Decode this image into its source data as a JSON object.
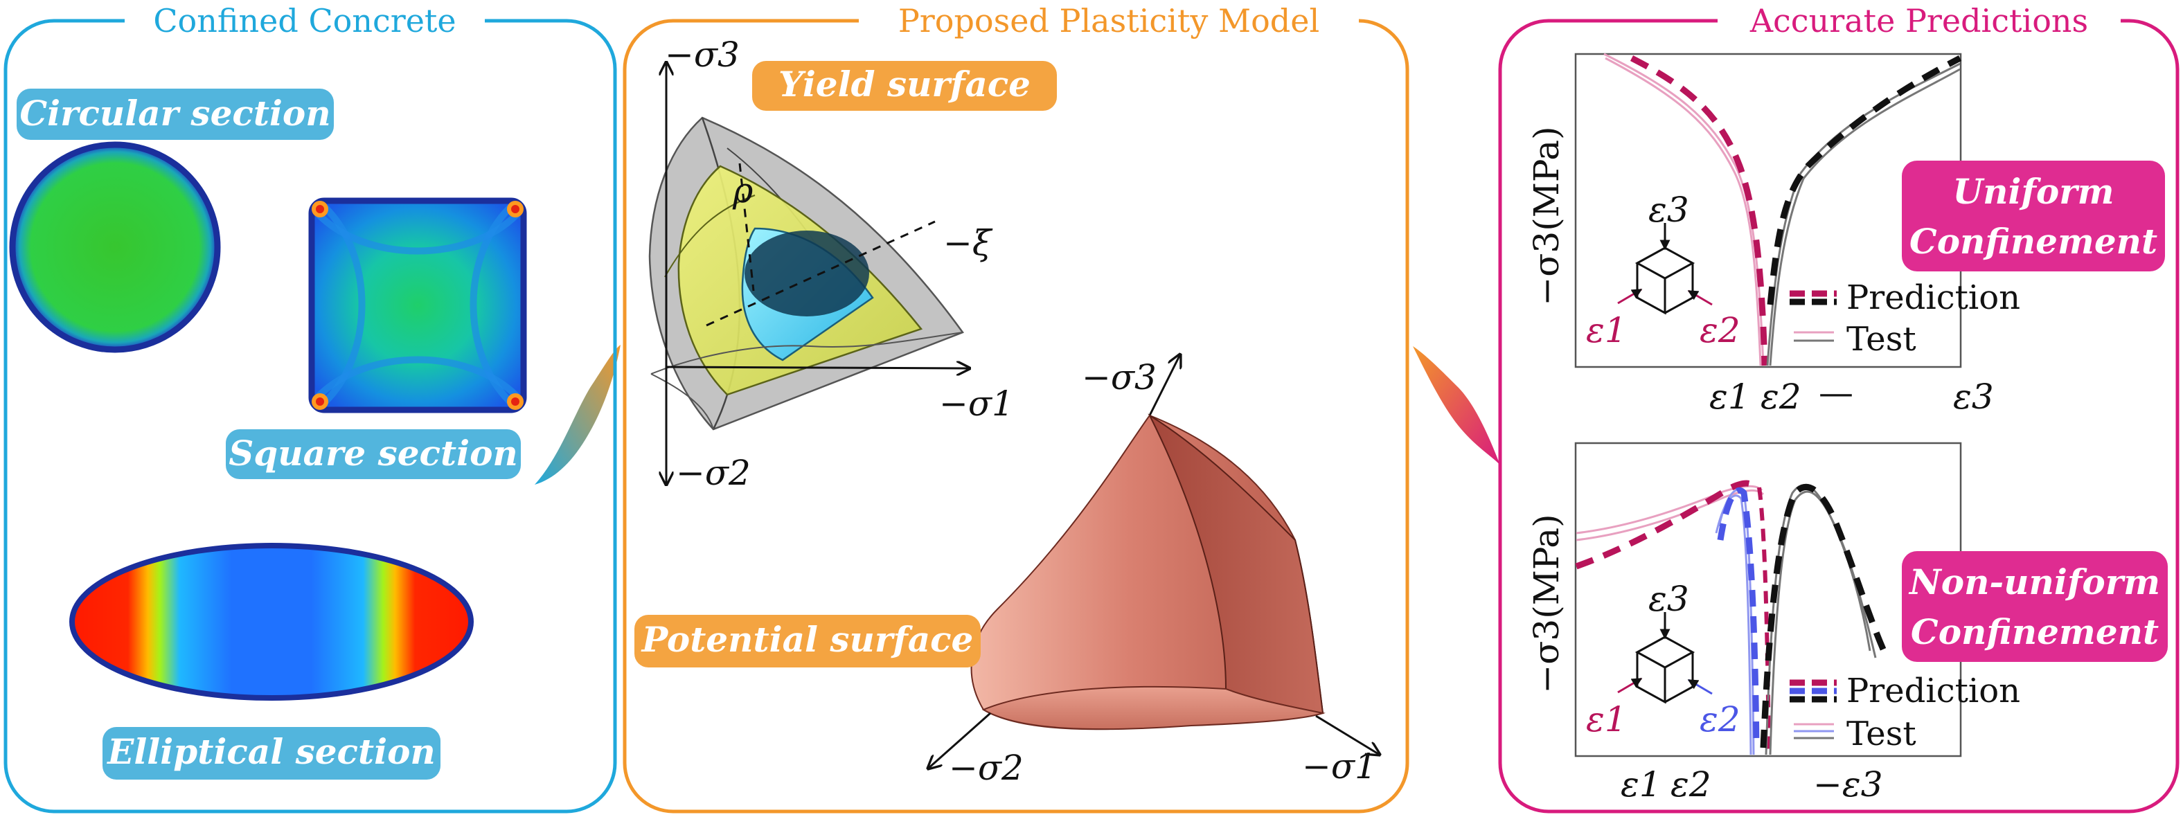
{
  "colors": {
    "blue": "#1fa8dc",
    "orange": "#f3972a",
    "magenta": "#d81b7d",
    "pill_blue": "#52b5dd",
    "pill_orange": "#f4a441",
    "pill_magenta": "#df2c91",
    "crimson": "#b8145a",
    "pred_blue": "#4b56e6",
    "test_blue": "#8f97f0",
    "gray": "#6e6e6e"
  },
  "panel_left": {
    "title": "Confined Concrete",
    "pill_circular": "Circular section",
    "pill_square": "Square section",
    "pill_elliptical": "Elliptical section"
  },
  "panel_mid": {
    "title": "Proposed Plasticity Model",
    "pill_yield": "Yield surface",
    "pill_potential": "Potential surface",
    "yield_labels": {
      "neg_sigma3": "−σ3",
      "rho": "ρ",
      "neg_xi": "−ξ",
      "neg_sigma1": "−σ1",
      "neg_sigma2": "−σ2"
    },
    "potential_labels": {
      "neg_sigma3": "−σ3",
      "neg_sigma2": "−σ2",
      "neg_sigma1": "−σ1"
    }
  },
  "panel_right": {
    "title": "Accurate Predictions",
    "chart_top": {
      "ylabel": "−σ3(MPa)",
      "tag_line1": "Uniform",
      "tag_line2": "Confinement",
      "legend_prediction": "Prediction",
      "legend_test": "Test",
      "cube_e3": "ε3",
      "cube_e1": "ε1",
      "cube_e2": "ε2",
      "xt_e1": "ε1",
      "xt_e2": "ε2",
      "xt_dash": "—",
      "xt_e3": "ε3"
    },
    "chart_bottom": {
      "ylabel": "−σ3(MPa)",
      "tag_line1": "Non-uniform",
      "tag_line2": "Confinement",
      "legend_prediction": "Prediction",
      "legend_test": "Test",
      "cube_e3": "ε3",
      "cube_e1": "ε1",
      "cube_e2": "ε2",
      "xt_e1": "ε1",
      "xt_e2": "ε2",
      "xt_neg_e3": "−ε3"
    }
  }
}
